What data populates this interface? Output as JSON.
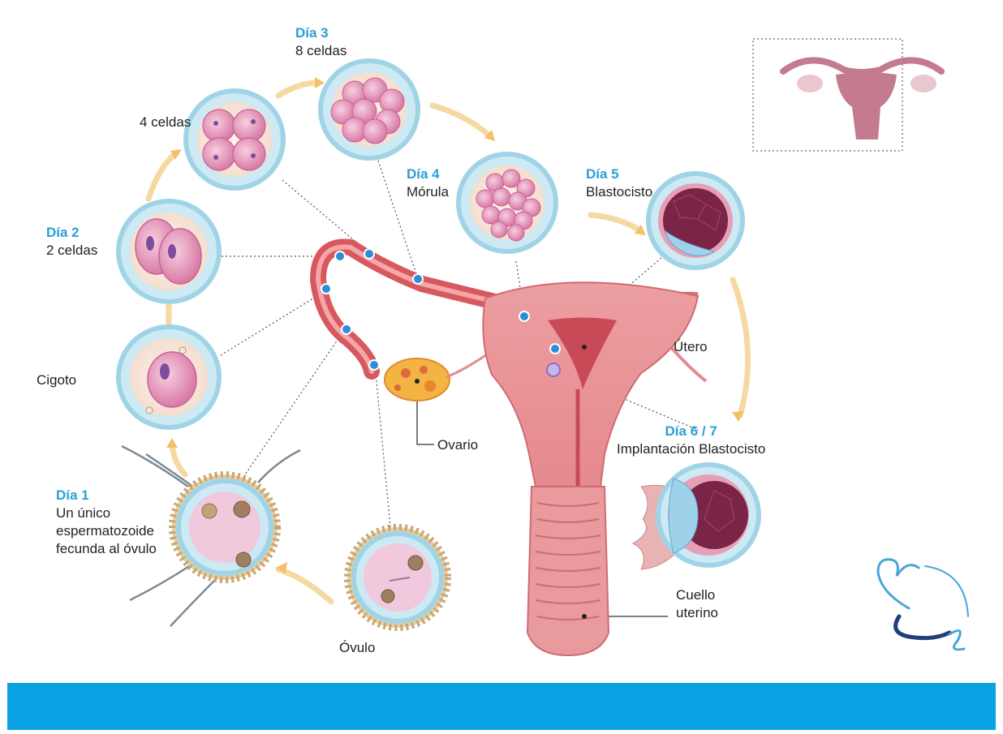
{
  "stages": {
    "cigoto": {
      "label": "Cigoto"
    },
    "dia2": {
      "day": "Día 2",
      "label": "2 celdas"
    },
    "cuatro": {
      "label": "4 celdas"
    },
    "dia3": {
      "day": "Día 3",
      "label": "8 celdas"
    },
    "dia4": {
      "day": "Día 4",
      "label": "Mórula"
    },
    "dia5": {
      "day": "Día 5",
      "label": "Blastocisto"
    },
    "dia67": {
      "day": "Día 6 / 7",
      "label": "Implantación Blastocisto"
    },
    "dia1": {
      "day": "Día 1",
      "line1": "Un único",
      "line2": "espermatozoide",
      "line3": "fecunda al óvulo"
    },
    "ovulo": {
      "label": "Óvulo"
    }
  },
  "anatomy": {
    "ovario": "Ovario",
    "utero": "Útero",
    "cuello_line1": "Cuello",
    "cuello_line2": "uterino"
  },
  "colors": {
    "day_label": "#2a9fd6",
    "footer_bar": "#0aa2e3",
    "marker_dot": "#2a8fd8",
    "uterus": "#e07f86",
    "cell_ring": "#9fd4e6",
    "cell_pink": "#e9a3c0"
  },
  "icons": [
    "uterus-thumbnail-icon",
    "clinic-logo-icon"
  ]
}
